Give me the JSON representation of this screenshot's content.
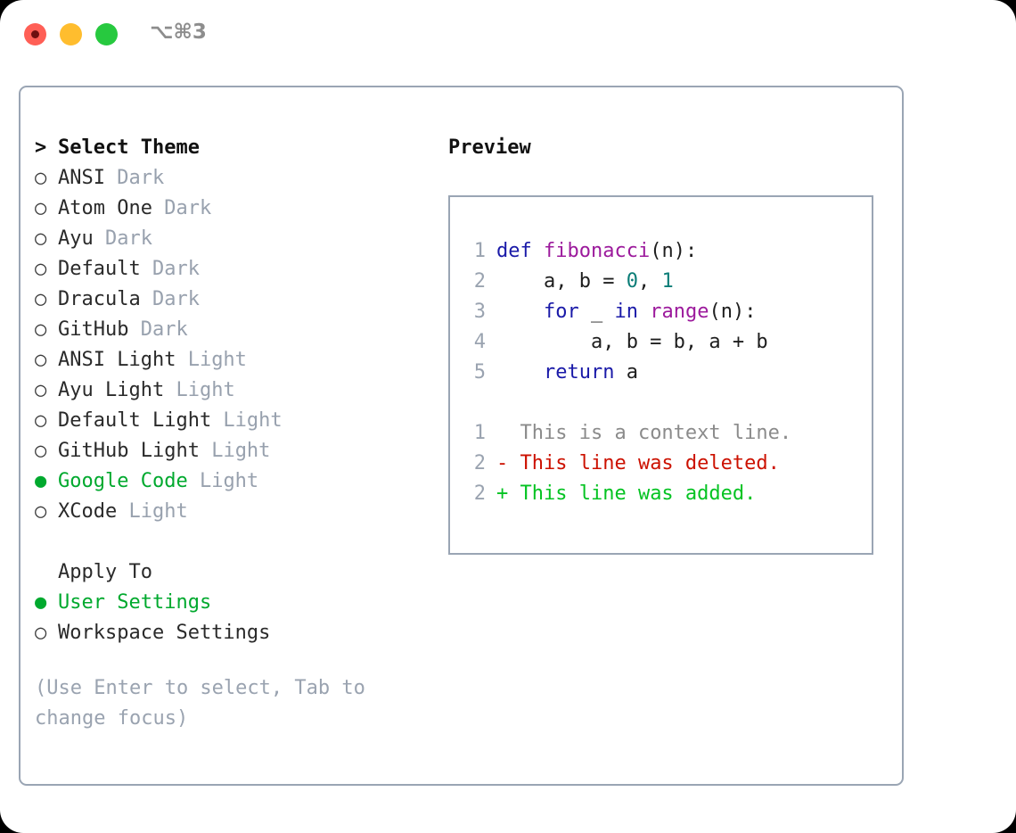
{
  "window": {
    "shortcut_label": "⌥⌘3",
    "traffic_lights": [
      {
        "name": "close",
        "color": "#ff5f56"
      },
      {
        "name": "minimize",
        "color": "#ffbd2e"
      },
      {
        "name": "zoom",
        "color": "#27c93f"
      }
    ]
  },
  "theme_panel": {
    "header_marker": ">",
    "header_label": "Select Theme",
    "items": [
      {
        "marker": "○",
        "label": "ANSI",
        "tag": "Dark",
        "selected": false
      },
      {
        "marker": "○",
        "label": "Atom One",
        "tag": "Dark",
        "selected": false
      },
      {
        "marker": "○",
        "label": "Ayu",
        "tag": "Dark",
        "selected": false
      },
      {
        "marker": "○",
        "label": "Default",
        "tag": "Dark",
        "selected": false
      },
      {
        "marker": "○",
        "label": "Dracula",
        "tag": "Dark",
        "selected": false
      },
      {
        "marker": "○",
        "label": "GitHub",
        "tag": "Dark",
        "selected": false
      },
      {
        "marker": "○",
        "label": "ANSI Light",
        "tag": "Light",
        "selected": false
      },
      {
        "marker": "○",
        "label": "Ayu Light",
        "tag": "Light",
        "selected": false
      },
      {
        "marker": "○",
        "label": "Default Light",
        "tag": "Light",
        "selected": false
      },
      {
        "marker": "○",
        "label": "GitHub Light",
        "tag": "Light",
        "selected": false
      },
      {
        "marker": "●",
        "label": "Google Code",
        "tag": "Light",
        "selected": true
      },
      {
        "marker": "○",
        "label": "XCode",
        "tag": "Light",
        "selected": false
      }
    ]
  },
  "apply_to": {
    "header_label": "Apply To",
    "items": [
      {
        "marker": "●",
        "label": "User Settings",
        "selected": true
      },
      {
        "marker": "○",
        "label": "Workspace Settings",
        "selected": false
      }
    ]
  },
  "hint": "(Use Enter to select, Tab to change focus)",
  "preview": {
    "title": "Preview",
    "code_lines": [
      {
        "number": "1",
        "tokens": [
          {
            "text": "def ",
            "kind": "kw"
          },
          {
            "text": "fibonacci",
            "kind": "fn"
          },
          {
            "text": "(n):",
            "kind": "plain"
          }
        ]
      },
      {
        "number": "2",
        "tokens": [
          {
            "text": "    a, b = ",
            "kind": "plain"
          },
          {
            "text": "0",
            "kind": "num"
          },
          {
            "text": ", ",
            "kind": "plain"
          },
          {
            "text": "1",
            "kind": "num"
          }
        ]
      },
      {
        "number": "3",
        "tokens": [
          {
            "text": "    ",
            "kind": "plain"
          },
          {
            "text": "for",
            "kind": "kw"
          },
          {
            "text": " _ ",
            "kind": "plain"
          },
          {
            "text": "in",
            "kind": "kw"
          },
          {
            "text": " ",
            "kind": "plain"
          },
          {
            "text": "range",
            "kind": "fn"
          },
          {
            "text": "(n):",
            "kind": "plain"
          }
        ]
      },
      {
        "number": "4",
        "tokens": [
          {
            "text": "        a, b = b, a + b",
            "kind": "plain"
          }
        ]
      },
      {
        "number": "5",
        "tokens": [
          {
            "text": "    ",
            "kind": "plain"
          },
          {
            "text": "return",
            "kind": "kw"
          },
          {
            "text": " a",
            "kind": "plain"
          }
        ]
      }
    ],
    "diff_lines": [
      {
        "number": "1",
        "sign": " ",
        "text": " This is a context line.",
        "kind": "ctx"
      },
      {
        "number": "2",
        "sign": "-",
        "text": " This line was deleted.",
        "kind": "del"
      },
      {
        "number": "2",
        "sign": "+",
        "text": " This line was added.",
        "kind": "add"
      }
    ]
  },
  "colors": {
    "accent_green": "#00a92e",
    "muted_gray": "#98a1ae",
    "border": "#9aa5b4",
    "keyword": "#1a1aa8",
    "function": "#9c1a9c",
    "number": "#0b7d77",
    "diff_add": "#04c322",
    "diff_del": "#cc1100",
    "context": "#8b8b8b"
  }
}
